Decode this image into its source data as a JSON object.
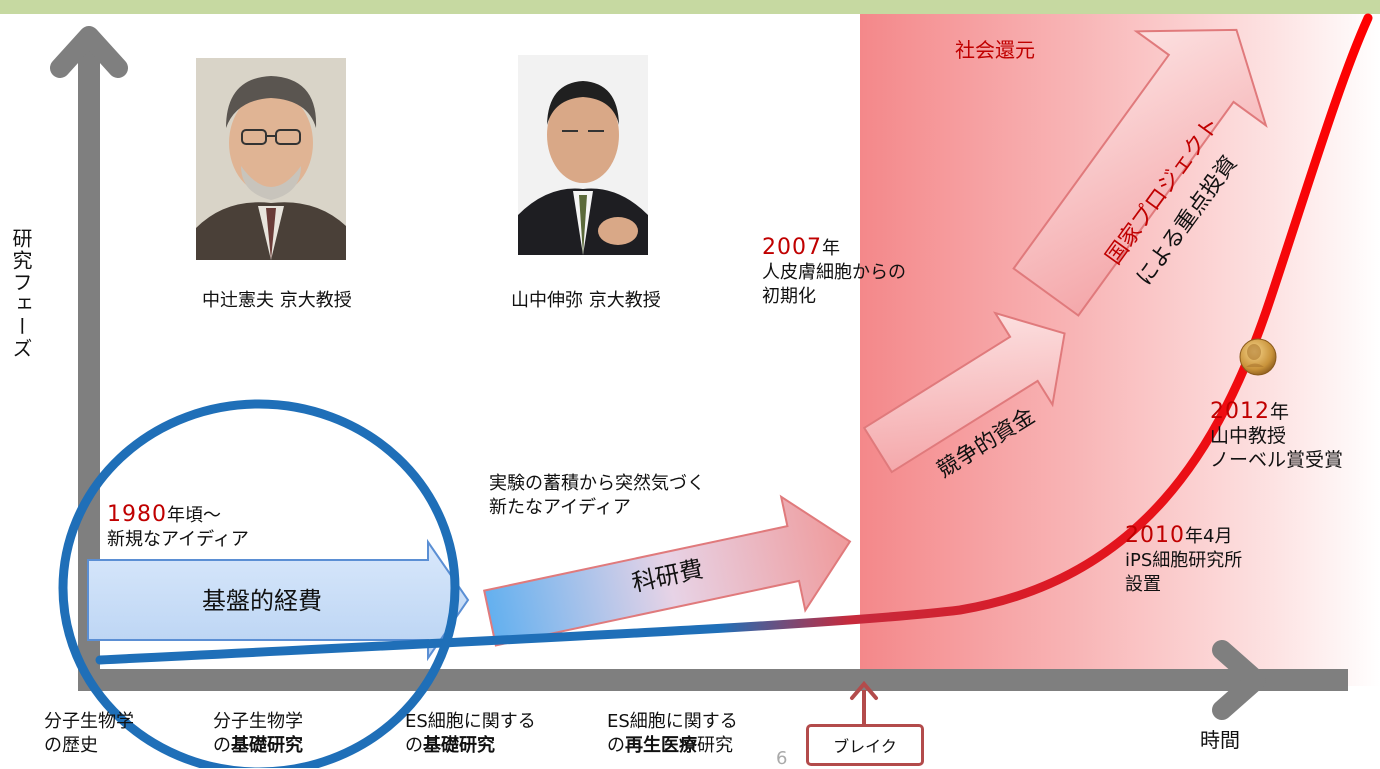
{
  "y_axis_label": "研究フェーズ",
  "x_axis_label": "時間",
  "people": [
    {
      "name": "中辻憲夫 京大教授"
    },
    {
      "name": "山中伸弥 京大教授"
    }
  ],
  "milestones": {
    "m1980": {
      "year": "1980",
      "year_suffix": "年頃～",
      "line2": "新規なアイディア"
    },
    "idea": {
      "line1": "実験の蓄積から突然気づく",
      "line2": "新たなアイディア"
    },
    "m2007": {
      "year": "2007",
      "year_suffix": "年",
      "line2": "人皮膚細胞からの",
      "line3": "初期化"
    },
    "m2010": {
      "year": "2010",
      "year_suffix": "年4月",
      "line2": "iPS細胞研究所",
      "line3": "設置"
    },
    "m2012": {
      "year": "2012",
      "year_suffix": "年",
      "line2": "山中教授",
      "line3": "ノーベル賞受賞"
    }
  },
  "arrows": {
    "base_funding": "基盤的経費",
    "kakenhi": "科研費",
    "competitive": "競争的資金",
    "national_line1": "国家プロジェクト",
    "national_line2": "による重点投資",
    "social_return": "社会還元"
  },
  "phases": [
    {
      "line1": "分子生物学",
      "line2_pre": "の歴史",
      "line2_bold": "",
      "line2_post": ""
    },
    {
      "line1": "分子生物学",
      "line2_pre": "の",
      "line2_bold": "基礎研究",
      "line2_post": ""
    },
    {
      "line1": "ES細胞に関する",
      "line2_pre": "の",
      "line2_bold": "基礎研究",
      "line2_post": ""
    },
    {
      "line1": "ES細胞に関する",
      "line2_pre": "の",
      "line2_bold": "再生医療",
      "line2_post": "研究"
    }
  ],
  "break_label": "ブレイク",
  "slide_number": "6",
  "colors": {
    "accent_red": "#c00000",
    "axis_gray": "#7f7f7f",
    "circle_blue": "#1f6fb8",
    "top_bar": "#c6d9a1"
  }
}
